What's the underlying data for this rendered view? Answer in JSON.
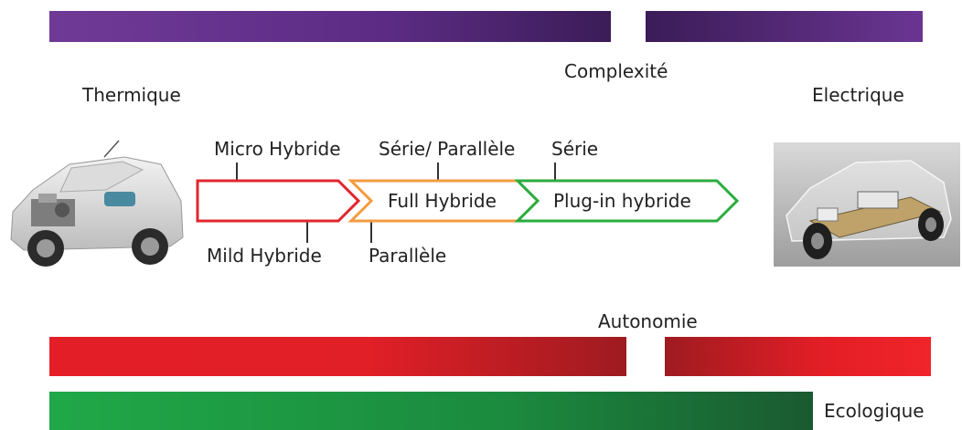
{
  "bars": {
    "complexity": {
      "label": "Complexité",
      "color_start": "#6a3592",
      "color_end": "#3e1d5c"
    },
    "autonomy": {
      "label": "Autonomie",
      "color_start": "#e41e26",
      "color_end": "#9b1a1f"
    },
    "ecology": {
      "label": "Ecologique",
      "color_start": "#1fa547",
      "color_end": "#1a5c30"
    }
  },
  "ends": {
    "left": "Thermique",
    "right": "Electrique"
  },
  "stages": [
    {
      "label": "",
      "color": "#e0262d"
    },
    {
      "label": "Full Hybride",
      "color": "#f49b3f"
    },
    {
      "label": "Plug-in hybride",
      "color": "#2aac3e"
    }
  ],
  "callouts": {
    "micro": "Micro Hybride",
    "mild": "Mild Hybride",
    "serie_parallele": "Série/ Parallèle",
    "parallele": "Parallèle",
    "serie": "Série"
  },
  "images": {
    "left_icon": "thermal-car-cutaway-icon",
    "right_icon": "electric-car-chassis-icon"
  }
}
